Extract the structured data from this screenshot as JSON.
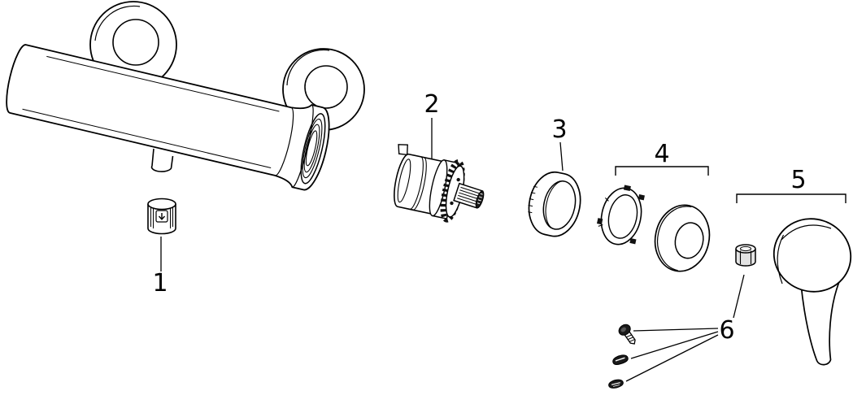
{
  "diagram": {
    "type": "exploded-parts-diagram",
    "background_color": "#ffffff",
    "line_color": "#000000",
    "dark_fill_color": "#1a1a1a",
    "callouts": [
      {
        "label": "1",
        "part": "flow-restrictor"
      },
      {
        "label": "2",
        "part": "cartridge"
      },
      {
        "label": "3",
        "part": "trim-ring"
      },
      {
        "label": "4",
        "part": "escutcheon-set"
      },
      {
        "label": "5",
        "part": "lever-handle-set"
      },
      {
        "label": "6",
        "part": "fixing-hardware"
      }
    ]
  }
}
